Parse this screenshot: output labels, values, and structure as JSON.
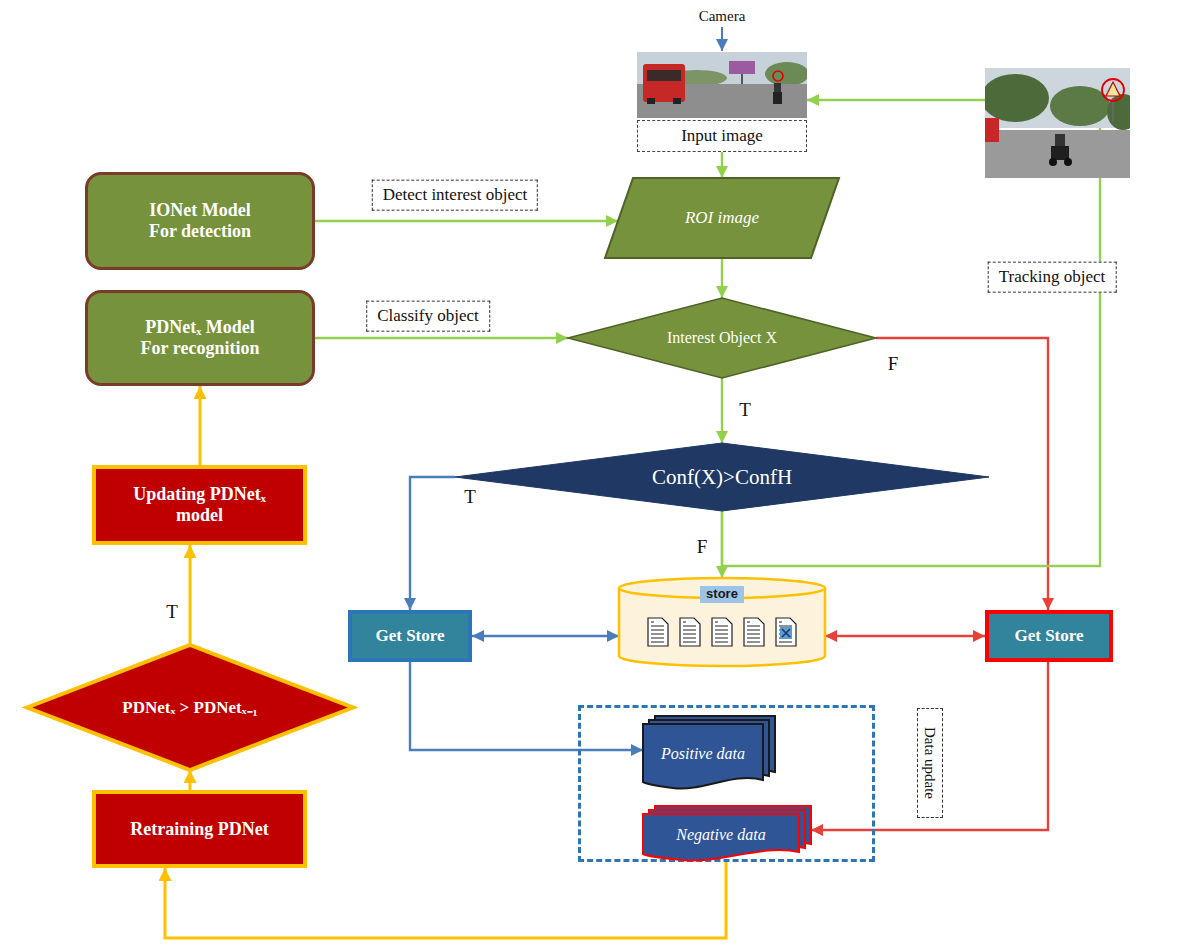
{
  "diagram": {
    "nodes": [
      {
        "text": [
          "Input image"
        ]
      },
      {
        "text": [
          "IONet Model For detection"
        ]
      },
      {
        "text": [
          "ROI image"
        ]
      },
      {
        "text": [
          "PDNetₓ Model For recognition"
        ]
      },
      {
        "text": [
          "Interest Object X"
        ]
      },
      {
        "text": [
          "Updating PDNetₓ model"
        ]
      },
      {
        "text": [
          "Conf(X)>ConfH"
        ]
      },
      {
        "text": [
          "Get Store"
        ]
      },
      {
        "text": [
          "store"
        ]
      },
      {
        "text": [
          "Get Store"
        ]
      },
      {
        "text": [
          "PDNetₓ > PDNetₓ₋₁"
        ]
      },
      {
        "text": [
          "Data update"
        ]
      },
      {
        "text": [
          "Positive data"
        ],
        "in": 11
      },
      {
        "text": [
          "Negative data"
        ],
        "in": 11
      },
      {
        "text": [
          "Retraining PDNet"
        ]
      }
    ],
    "edges": [
      {
        "from": 1,
        "to": 2,
        "arrow": "to",
        "label": "Detect interest object"
      },
      {
        "from": 0,
        "to": 2,
        "arrow": "to"
      },
      {
        "from": 2,
        "to": 4,
        "arrow": "to"
      },
      {
        "from": 3,
        "to": 4,
        "arrow": "to",
        "label": "Classify object"
      },
      {
        "from": 4,
        "to": 6,
        "arrow": "to",
        "label": "T"
      },
      {
        "from": 4,
        "to": 9,
        "arrow": "to",
        "label": "F"
      },
      {
        "from": 6,
        "to": 7,
        "arrow": "to",
        "label": "T"
      },
      {
        "from": 6,
        "to": 8,
        "arrow": "to",
        "label": "F"
      },
      {
        "from": 6,
        "to": 0,
        "arrow": "to",
        "label": "Tracking object"
      },
      {
        "from": 7,
        "to": 8,
        "arrow": "both"
      },
      {
        "from": 8,
        "to": 9,
        "arrow": "both"
      },
      {
        "from": 7,
        "to": 12,
        "arrow": "to"
      },
      {
        "from": 9,
        "to": 13,
        "arrow": "to"
      },
      {
        "from": 11,
        "to": 14,
        "arrow": "to"
      },
      {
        "from": 14,
        "to": 10,
        "arrow": "to"
      },
      {
        "from": 10,
        "to": 5,
        "arrow": "to",
        "label": "T"
      },
      {
        "from": 5,
        "to": 3,
        "arrow": "to"
      }
    ],
    "labels": [
      "Camera"
    ]
  }
}
